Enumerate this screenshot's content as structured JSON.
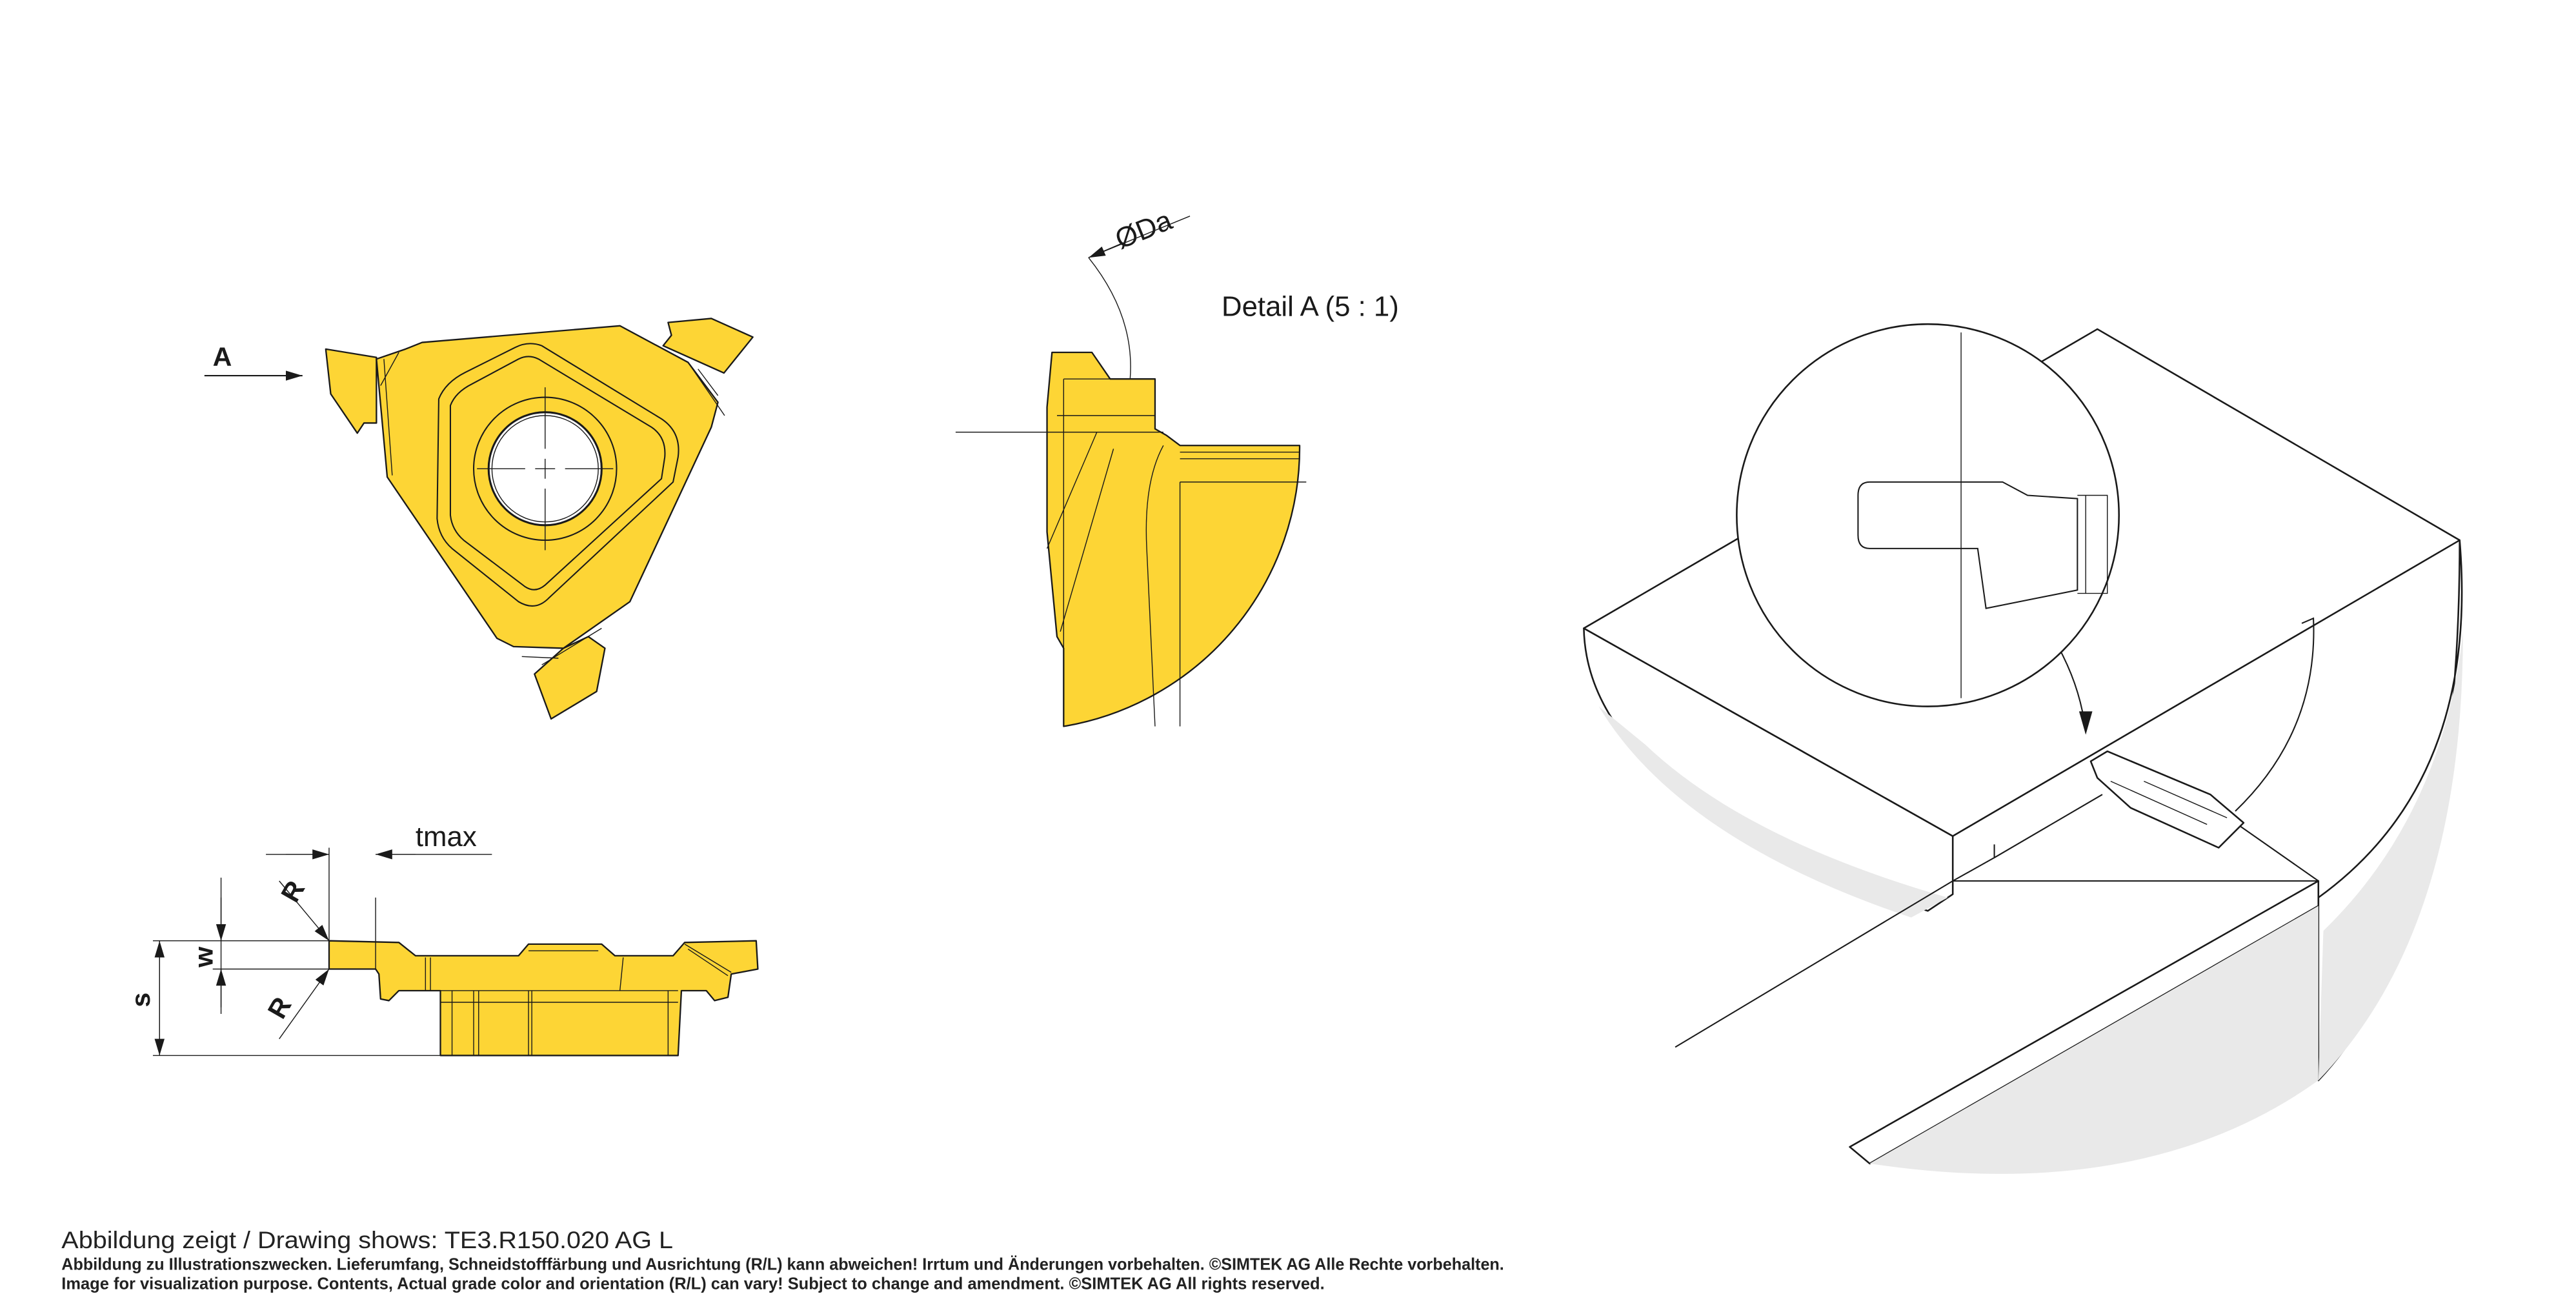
{
  "colors": {
    "insert_yellow": "#FDD535",
    "shading_gray": "#E9E9E9",
    "line": "#1A1A1A"
  },
  "top_view": {
    "view_arrow_label": "A"
  },
  "side_view": {
    "labels": {
      "tmax": "tmax",
      "radius_top": "R",
      "radius_bottom": "R",
      "width": "w",
      "thickness": "s"
    }
  },
  "detail": {
    "title": "Detail A (5 : 1)",
    "diameter_label": "ØDa"
  },
  "footer": {
    "drawing_shows": "Abbildung zeigt / Drawing shows: TE3.R150.020 AG L",
    "disclaimer_de": "Abbildung zu Illustrationszwecken. Lieferumfang, Schneidstofffärbung und Ausrichtung (R/L) kann abweichen! Irrtum und Änderungen vorbehalten. ©SIMTEK AG Alle Rechte vorbehalten.",
    "disclaimer_en": "Image for visualization purpose. Contents, Actual grade color and orientation (R/L) can vary! Subject to change and amendment. ©SIMTEK AG All rights reserved."
  }
}
